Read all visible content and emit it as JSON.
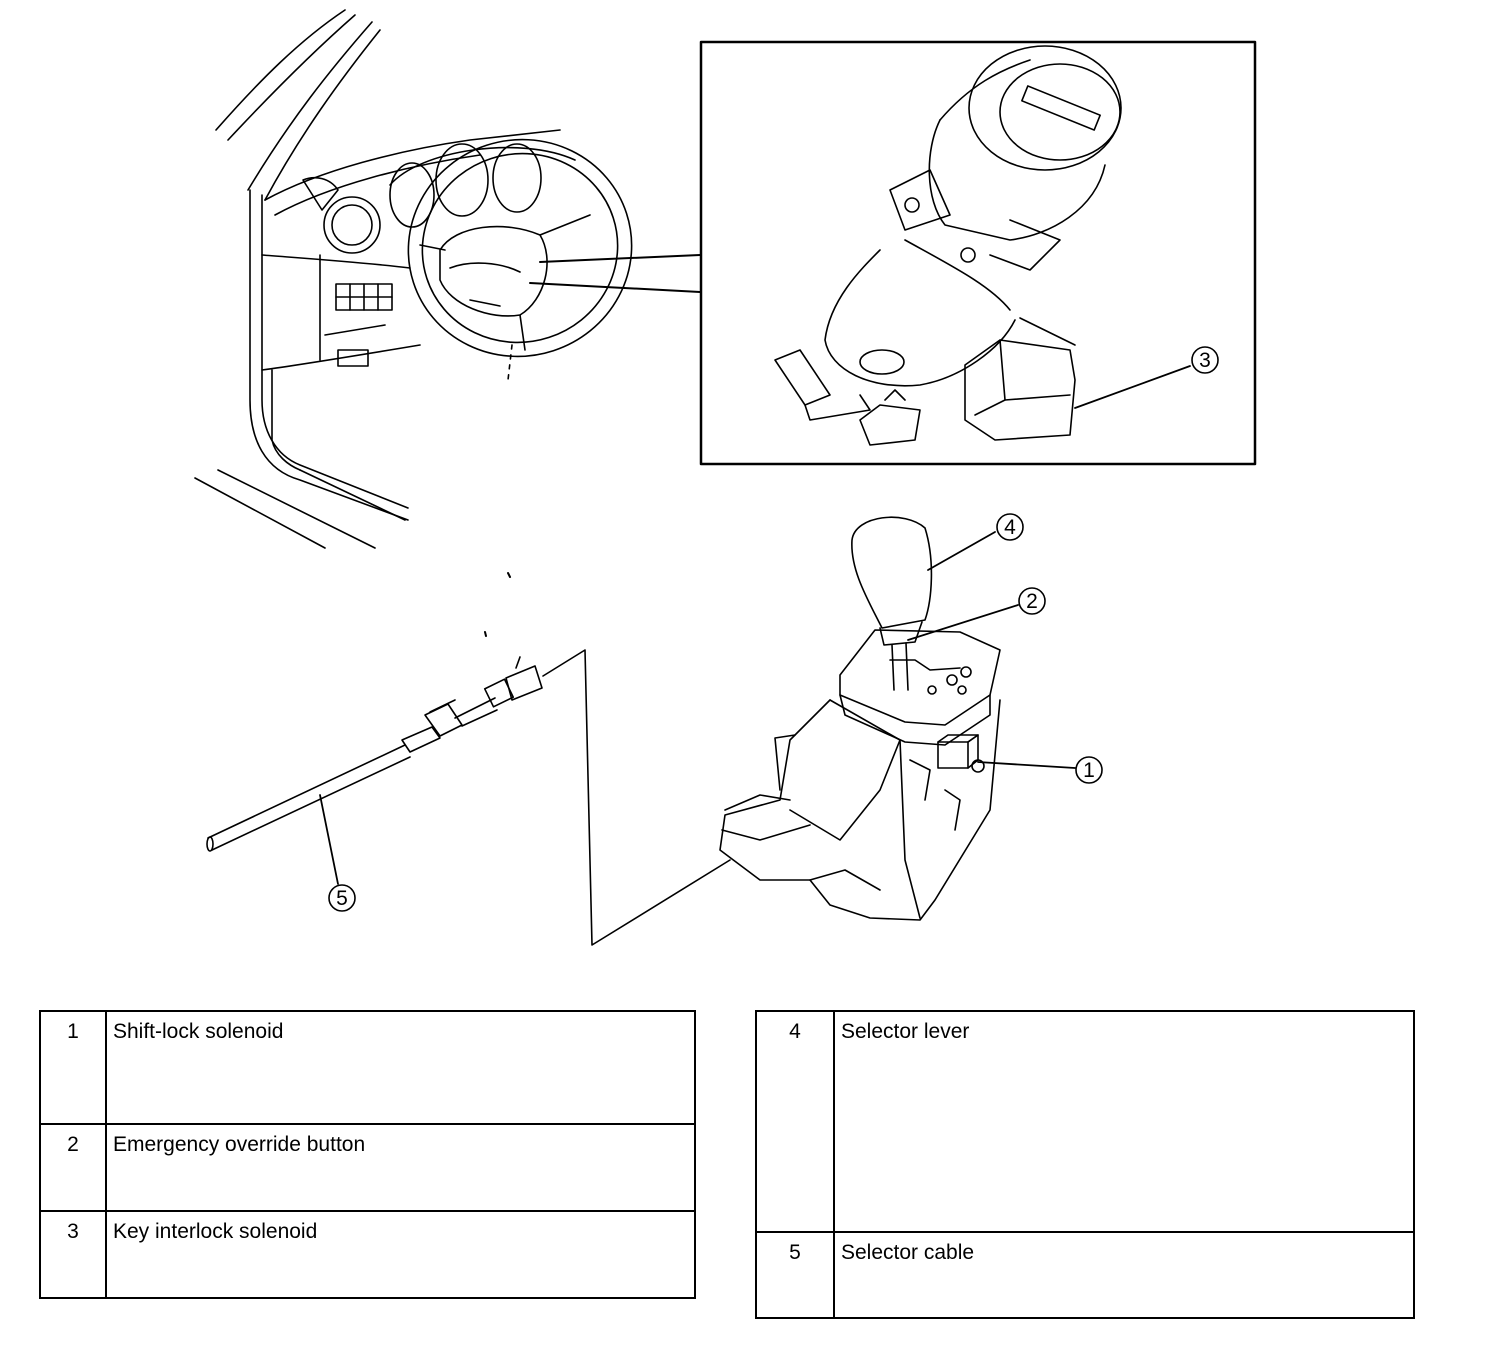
{
  "callouts": [
    "1",
    "2",
    "3",
    "4",
    "5"
  ],
  "legend_left": [
    {
      "number": "1",
      "label": "Shift-lock solenoid"
    },
    {
      "number": "2",
      "label": "Emergency override button"
    },
    {
      "number": "3",
      "label": "Key interlock solenoid"
    }
  ],
  "legend_right": [
    {
      "number": "4",
      "label": "Selector lever"
    },
    {
      "number": "5",
      "label": "Selector cable"
    }
  ],
  "colors": {
    "ink": "#000000",
    "paper": "#ffffff"
  }
}
